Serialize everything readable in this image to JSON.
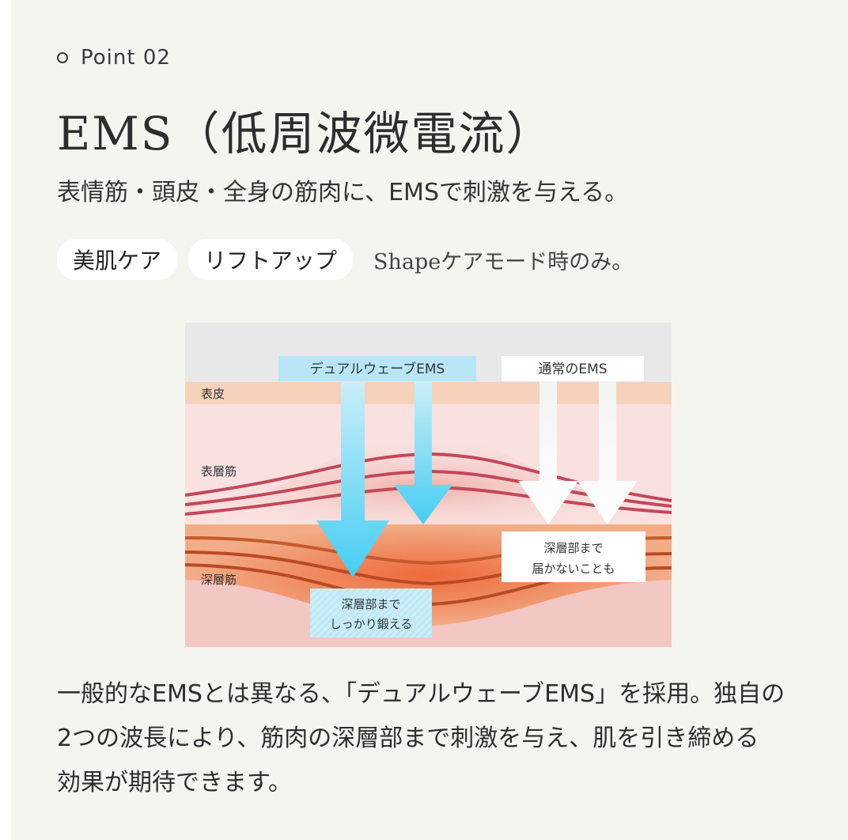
{
  "point_label": "Point 02",
  "title": "EMS（低周波微電流）",
  "subtitle": "表情筋・頭皮・全身の筋肉に、EMSで刺激を与える。",
  "tags": [
    "美肌ケア",
    "リフトアップ"
  ],
  "tag_note": "Shapeケアモード時のみ。",
  "diagram": {
    "label_dual": "デュアルウェーブEMS",
    "label_normal": "通常のEMS",
    "layer_epidermis": "表皮",
    "layer_surface_muscle": "表層筋",
    "layer_deep_muscle": "深層筋",
    "callout_normal_line1": "深層部まで",
    "callout_normal_line2": "届かないことも",
    "callout_dual_line1": "深層部まで",
    "callout_dual_line2": "しっかり鍛える",
    "colors": {
      "sky": "#e8e8e8",
      "epidermis": "#f6d2ba",
      "surface": "#f9e1e0",
      "deep": "#f0a986",
      "arrow_blue": "#5fd0f0",
      "muscle_line": "#c2485a"
    }
  },
  "body_lines": [
    "一般的なEMSとは異なる、「デュアルウェーブEMS」を採用。独自の",
    "2つの波長により、筋肉の深層部まで刺激を与え、肌を引き締める",
    "効果が期待できます。"
  ]
}
